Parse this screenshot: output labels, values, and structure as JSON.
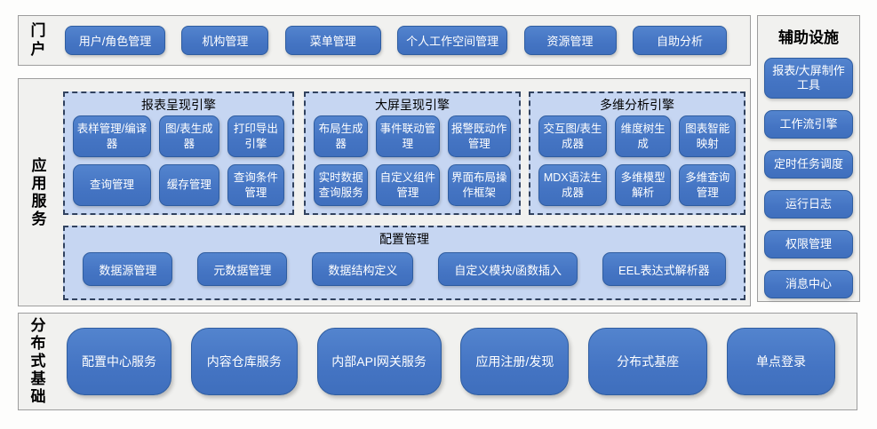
{
  "colors": {
    "node_fill": "#4a7bc8",
    "node_border": "#2f5da0",
    "node_text": "#ffffff",
    "panel_fill": "#c6d6f2",
    "panel_border": "#31425f",
    "section_fill": "#f1f1ef",
    "section_border": "#9d9d9d",
    "label_text": "#000000"
  },
  "portal": {
    "label": "门户",
    "items": [
      "用户/角色管理",
      "机构管理",
      "菜单管理",
      "个人工作空间管理",
      "资源管理",
      "自助分析"
    ]
  },
  "app_services": {
    "label": "应用服务",
    "panels": [
      {
        "title": "报表呈现引擎",
        "items": [
          "表样管理/编译器",
          "图/表生成器",
          "打印导出引擎",
          "查询管理",
          "缓存管理",
          "查询条件管理"
        ]
      },
      {
        "title": "大屏呈现引擎",
        "items": [
          "布局生成器",
          "事件联动管理",
          "报警既动作管理",
          "实时数据查询服务",
          "自定义组件管理",
          "界面布局操作框架"
        ]
      },
      {
        "title": "多维分析引擎",
        "items": [
          "交互图/表生成器",
          "维度树生成",
          "图表智能映射",
          "MDX语法生成器",
          "多维模型解析",
          "多维查询管理"
        ]
      }
    ],
    "config_panel": {
      "title": "配置管理",
      "items": [
        "数据源管理",
        "元数据管理",
        "数据结构定义",
        "自定义模块/函数插入",
        "EEL表达式解析器"
      ]
    }
  },
  "foundation": {
    "label": "分布式基础",
    "items": [
      "配置中心服务",
      "内容仓库服务",
      "内部API网关服务",
      "应用注册/发现",
      "分布式基座",
      "单点登录"
    ]
  },
  "auxiliary": {
    "title": "辅助设施",
    "items": [
      "报表/大屏制作工具",
      "工作流引擎",
      "定时任务调度",
      "运行日志",
      "权限管理",
      "消息中心"
    ]
  }
}
